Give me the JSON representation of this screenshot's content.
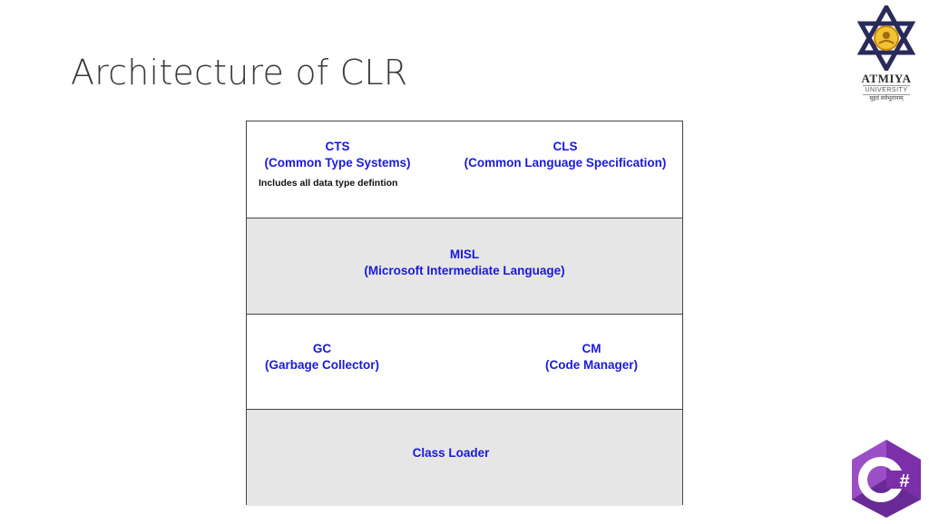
{
  "slide": {
    "title": "Architecture of CLR"
  },
  "logo": {
    "name": "ATMIYA",
    "subtitle": "UNIVERSITY",
    "motto": "सुहृदं सर्वभूतानाम्"
  },
  "diagram": {
    "cts": {
      "title": "CTS",
      "subtitle": "(Common Type Systems)",
      "note": "Includes all data type defintion"
    },
    "cls": {
      "title": "CLS",
      "subtitle": "(Common Language Specification)"
    },
    "misl": {
      "title": "MISL",
      "subtitle": "(Microsoft Intermediate Language)"
    },
    "gc": {
      "title": "GC",
      "subtitle": "(Garbage Collector)"
    },
    "cm": {
      "title": "CM",
      "subtitle": "(Code Manager)"
    },
    "class_loader": {
      "title": "Class Loader"
    }
  },
  "colors": {
    "label_blue": "#1a1adb",
    "shaded_layer": "#e6e6e6",
    "csharp_purple": "#7b2fa8"
  },
  "csharp_logo": {
    "symbol": "#"
  }
}
